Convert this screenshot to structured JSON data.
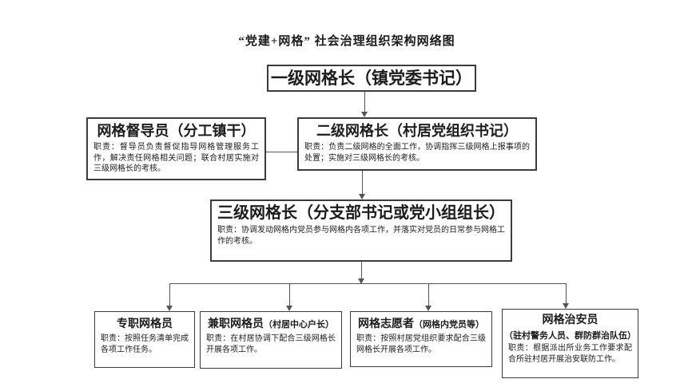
{
  "title": "“党建+网格” 社会治理组织架构网络图",
  "nodes": {
    "level1": {
      "title": "一级网格长（镇党委书记）"
    },
    "supervisor": {
      "title": "网格督导员（分工镇干）",
      "desc": "职责：督导员负责督促指导网格管理服务工作，解决责任网格相关问题；联合村居实施对三级网格长的考核。"
    },
    "level2": {
      "title": "二级网格长（村居党组织书记）",
      "desc": "职责：负责二级网格的全面工作，协调指挥三级网格上报事项的处置；实施对三级网格长的考核。"
    },
    "level3": {
      "title": "三级网格长（分支部书记或党小组组长）",
      "desc": "职责：协调发动网格内党员参与网格内各项工作，并落实对党员的日常参与网格工作的考核。"
    },
    "fulltime": {
      "title": "专职网格员",
      "desc": "职责：按照任务清单完成各项工作任务。"
    },
    "parttime": {
      "title": "兼职网格员",
      "subtitle": "（村居中心户长）",
      "desc": "职责：在村居协调下配合三级网格长开展各项工作。"
    },
    "volunteer": {
      "title": "网格志愿者",
      "subtitle": "（网格内党员等）",
      "desc": "职责：按照村居党组织要求配合三级网格长开展各项工作。"
    },
    "security": {
      "title": "网格治安员",
      "subtitle": "（驻村警务人员、群防群治队伍）",
      "desc": "职责：根据派出所业务工作要求配合所驻村居开展治安联防工作。"
    }
  },
  "colors": {
    "border": "#3c3c3c",
    "line": "#555555",
    "text": "#1c1c1c",
    "background": "#ffffff"
  }
}
